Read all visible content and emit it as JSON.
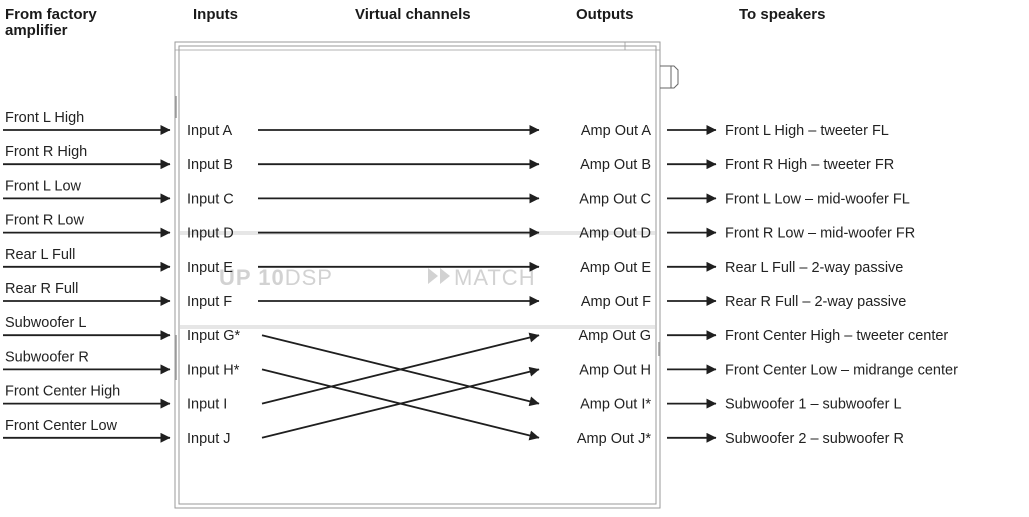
{
  "headers": {
    "source": "From factory amplifier",
    "inputs": "Inputs",
    "virtual": "Virtual channels",
    "outputs": "Outputs",
    "speakers": "To speakers"
  },
  "watermark": {
    "model_bold": "UP 10",
    "model_light": "DSP",
    "brand": "MATCH"
  },
  "sources": [
    "Front L High",
    "Front R High",
    "Front L Low",
    "Front R Low",
    "Rear L Full",
    "Rear R Full",
    "Subwoofer L",
    "Subwoofer R",
    "Front Center High",
    "Front Center Low"
  ],
  "inputs": [
    "Input  A",
    "Input  B",
    "Input  C",
    "Input  D",
    "Input  E",
    "Input  F",
    "Input  G*",
    "Input  H*",
    "Input   I",
    "Input   J"
  ],
  "outputs": [
    "Amp Out A",
    "Amp Out B",
    "Amp Out C",
    "Amp Out D",
    "Amp Out E",
    "Amp Out F",
    "Amp Out G",
    "Amp Out H",
    "Amp Out I*",
    "Amp Out J*"
  ],
  "speakers": [
    "Front L High – tweeter FL",
    "Front R High – tweeter FR",
    "Front L Low – mid-woofer FL",
    "Front R Low – mid-woofer FR",
    "Rear L Full – 2-way passive",
    "Rear R Full – 2-way passive",
    "Front Center High – tweeter center",
    "Front Center Low – midrange center",
    "Subwoofer 1 – subwoofer L",
    "Subwoofer 2 – subwoofer R"
  ],
  "routing": [
    0,
    1,
    2,
    3,
    4,
    5,
    8,
    9,
    6,
    7
  ],
  "colors": {
    "line": "#1f1f1f",
    "device": "#9a9a9a",
    "watermark": "#d2d2d2",
    "band": "#e6e6e6"
  }
}
